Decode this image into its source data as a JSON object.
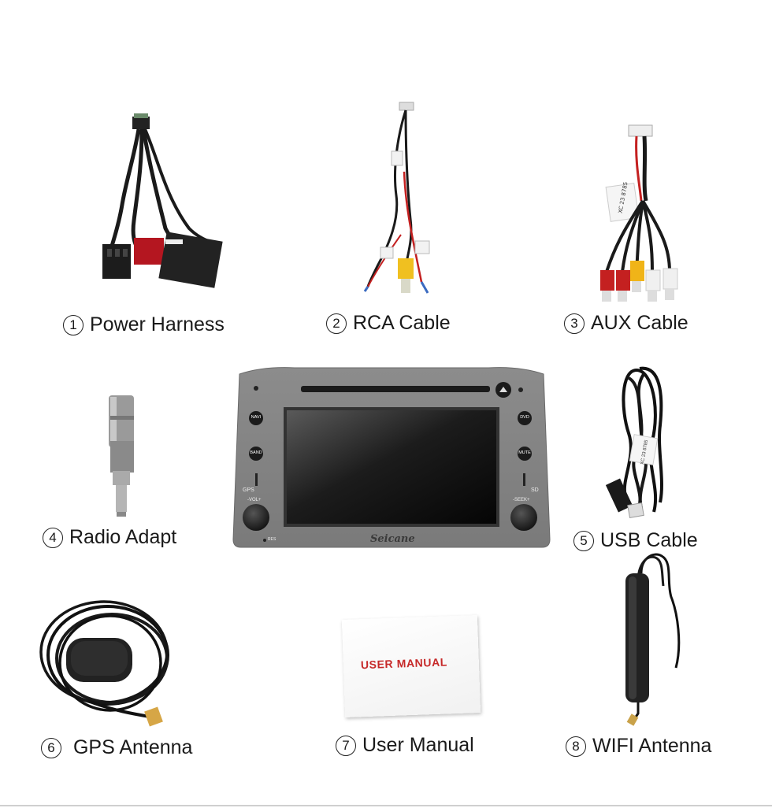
{
  "items": [
    {
      "num": "1",
      "label": "Power Harness"
    },
    {
      "num": "2",
      "label": "RCA Cable"
    },
    {
      "num": "3",
      "label": "AUX Cable"
    },
    {
      "num": "4",
      "label": "Radio Adapt"
    },
    {
      "num": "5",
      "label": "USB Cable"
    },
    {
      "num": "6",
      "label": "GPS Antenna"
    },
    {
      "num": "7",
      "label": "User Manual"
    },
    {
      "num": "8",
      "label": "WIFI Antenna"
    }
  ],
  "stereo": {
    "brand": "Seicane",
    "buttons": {
      "navi": "NAVI",
      "band": "BAND",
      "dvd": "DVD",
      "mute": "MUTE"
    },
    "gps_label": "GPS",
    "sd_label": "SD",
    "vol_label": "-VOL+",
    "seek_label": "-SEEK+",
    "res_label": "RES"
  },
  "manual": {
    "title": "USER MANUAL"
  },
  "aux_tag": "XC 23 8785",
  "usb_tag": "XC 23 8785"
}
